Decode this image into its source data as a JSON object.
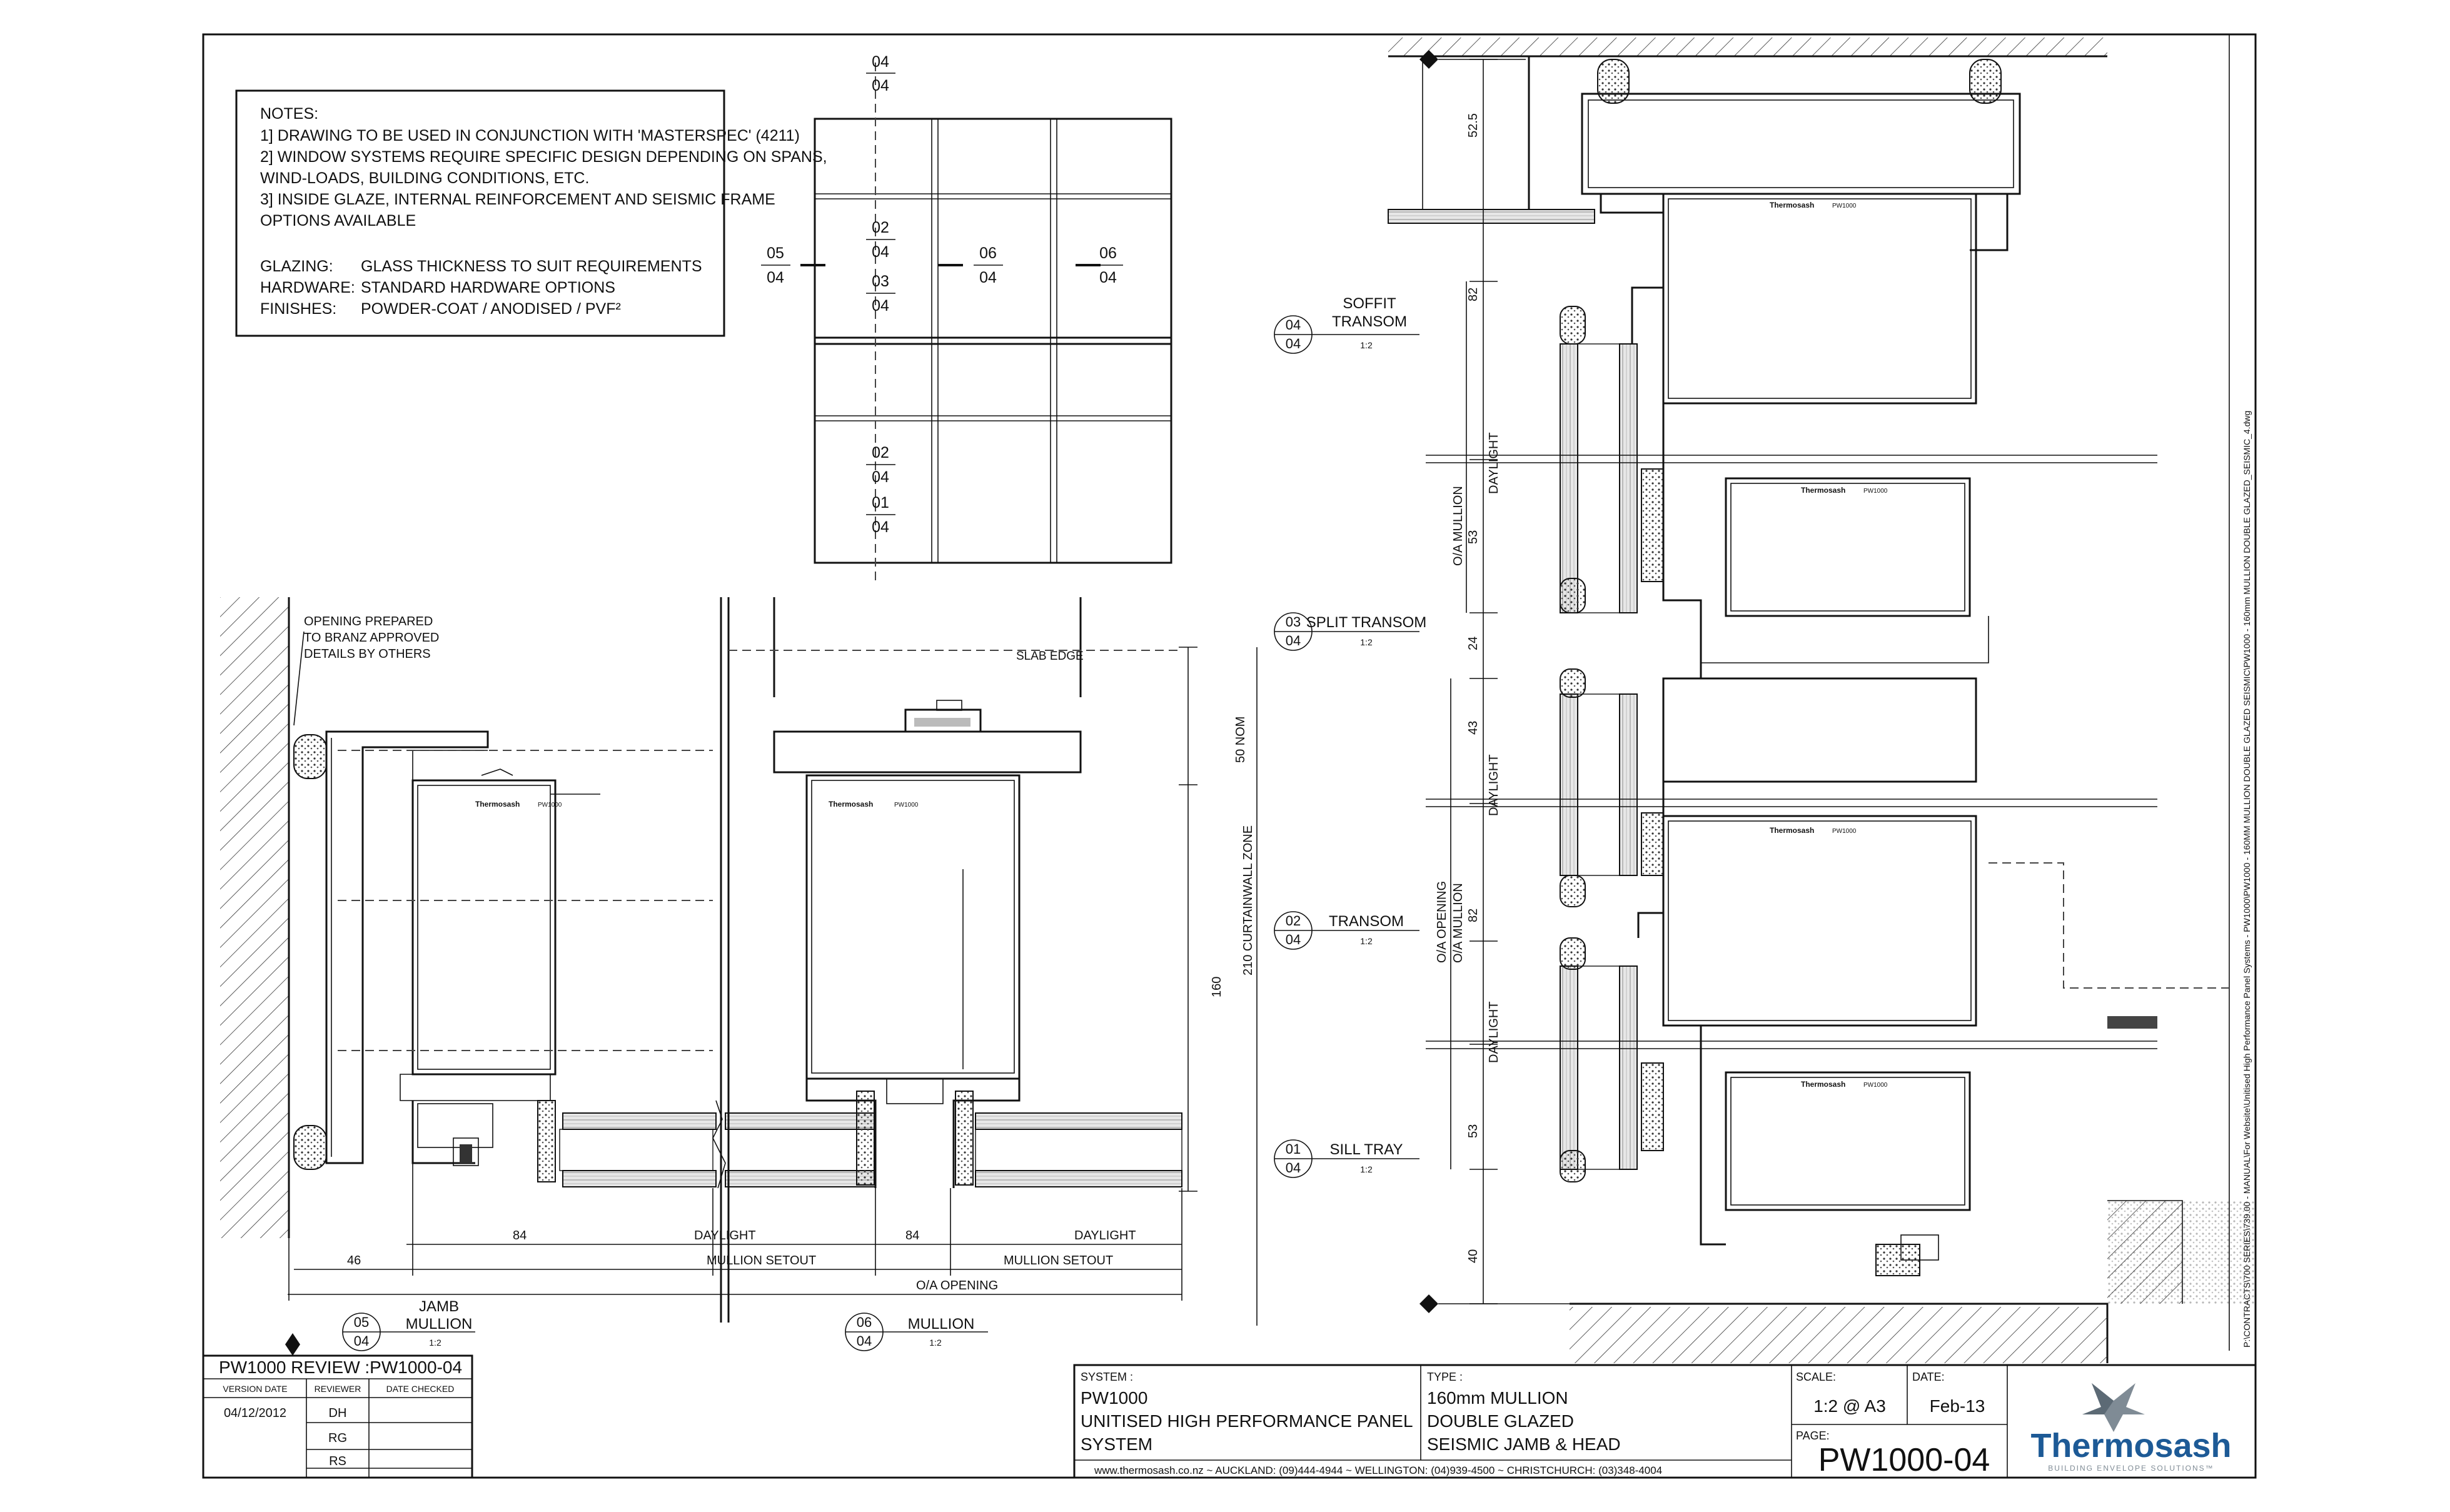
{
  "notes": {
    "heading": "NOTES:",
    "lines": [
      "1] DRAWING TO BE USED IN CONJUNCTION WITH 'MASTERSPEC' (4211)",
      "2] WINDOW SYSTEMS REQUIRE SPECIFIC DESIGN DEPENDING ON SPANS,",
      "WIND-LOADS, BUILDING CONDITIONS, ETC.",
      "3] INSIDE GLAZE, INTERNAL REINFORCEMENT AND SEISMIC FRAME",
      "OPTIONS AVAILABLE"
    ],
    "specs": [
      {
        "label": "GLAZING:",
        "value": "GLASS THICKNESS TO SUIT REQUIREMENTS"
      },
      {
        "label": "HARDWARE:",
        "value": "STANDARD HARDWARE OPTIONS"
      },
      {
        "label": "FINISHES:",
        "value": "POWDER-COAT / ANODISED / PVF²"
      }
    ]
  },
  "elevation_tags": [
    {
      "num": "04",
      "sheet": "04"
    },
    {
      "num": "05",
      "sheet": "04"
    },
    {
      "num": "02",
      "sheet": "04"
    },
    {
      "num": "03",
      "sheet": "04"
    },
    {
      "num": "06",
      "sheet": "04"
    },
    {
      "num": "06",
      "sheet": "04"
    },
    {
      "num": "02",
      "sheet": "04"
    },
    {
      "num": "01",
      "sheet": "04"
    }
  ],
  "plan_annotations": {
    "opening": [
      "OPENING PREPARED",
      "TO BRANZ APPROVED",
      "DETAILS BY OTHERS"
    ],
    "slab_edge": "SLAB EDGE",
    "dim_50nom": "50 NOM",
    "dim_210": "210 CURTAINWALL ZONE",
    "dim_160": "160",
    "dim_84a": "84",
    "dim_84b": "84",
    "dim_46": "46",
    "daylight_a": "DAYLIGHT",
    "daylight_b": "DAYLIGHT",
    "mullion_setout_a": "MULLION SETOUT",
    "mullion_setout_b": "MULLION SETOUT",
    "oa_opening": "O/A OPENING",
    "brand_mark": "Thermosash",
    "series_mark": "PW1000"
  },
  "plan_callouts": [
    {
      "num": "05",
      "sheet": "04",
      "title": [
        "JAMB",
        "MULLION"
      ],
      "scale": "1:2"
    },
    {
      "num": "06",
      "sheet": "04",
      "title": [
        "MULLION"
      ],
      "scale": "1:2"
    }
  ],
  "section_callouts": [
    {
      "num": "04",
      "sheet": "04",
      "title": [
        "SOFFIT",
        "TRANSOM"
      ],
      "scale": "1:2"
    },
    {
      "num": "03",
      "sheet": "04",
      "title": [
        "SPLIT TRANSOM"
      ],
      "scale": "1:2"
    },
    {
      "num": "02",
      "sheet": "04",
      "title": [
        "TRANSOM"
      ],
      "scale": "1:2"
    },
    {
      "num": "01",
      "sheet": "04",
      "title": [
        "SILL TRAY"
      ],
      "scale": "1:2"
    }
  ],
  "section_dims": {
    "d525": "52.5",
    "d82a": "82",
    "daylight1": "DAYLIGHT",
    "oa_mullion1": "O/A MULLION",
    "d53a": "53",
    "d24": "24",
    "d43": "43",
    "daylight2": "DAYLIGHT",
    "oa_opening": "O/A OPENING",
    "oa_mullion2": "O/A MULLION",
    "d82b": "82",
    "daylight3": "DAYLIGHT",
    "d53b": "53",
    "d40": "40"
  },
  "file_path": "P:\\CONTRACTS\\700 SERIES\\739.00 - MANUAL\\For Website\\Unitised High Performance Panel Systems - PW1000\\PW1000 - 160MM MULLION DOUBLE GLAZED SEISMIC\\PW1000 - 160mm MULLION DOUBLE GLAZED_SEISMIC_4.dwg",
  "review": {
    "title": "PW1000 REVIEW :PW1000-04",
    "headers": [
      "VERSION DATE",
      "REVIEWER",
      "DATE CHECKED"
    ],
    "version_date": "04/12/2012",
    "reviewers": [
      "DH",
      "RG",
      "RS"
    ]
  },
  "title_block": {
    "system_label": "SYSTEM :",
    "system_lines": [
      "PW1000",
      "UNITISED HIGH PERFORMANCE PANEL",
      "SYSTEM"
    ],
    "type_label": "TYPE :",
    "type_lines": [
      "160mm MULLION",
      "DOUBLE GLAZED",
      "SEISMIC JAMB & HEAD"
    ],
    "scale_label": "SCALE:",
    "scale_value": "1:2 @ A3",
    "date_label": "DATE:",
    "date_value": "Feb-13",
    "page_label": "PAGE:",
    "page_value": "PW1000-04",
    "contact": "www.thermosash.co.nz ~ AUCKLAND: (09)444-4944 ~ WELLINGTON: (04)939-4500 ~ CHRISTCHURCH: (03)348-4004",
    "logo_name": "Thermosash",
    "logo_tagline": "BUILDING ENVELOPE SOLUTIONS™"
  },
  "colors": {
    "line": "#111111",
    "logo_blue": "#1d5a96",
    "logo_grey": "#7f8b95"
  }
}
